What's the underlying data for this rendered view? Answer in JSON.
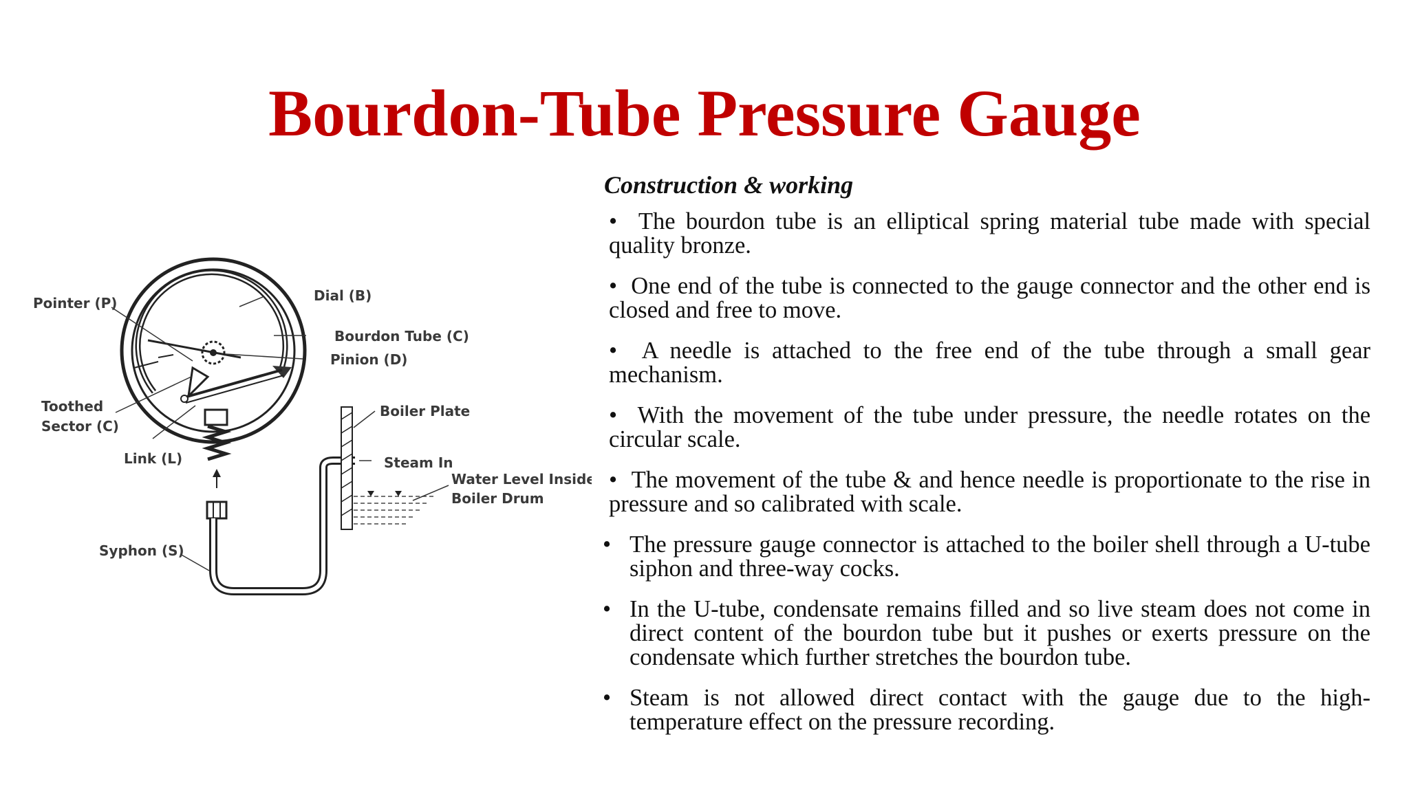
{
  "title": "Bourdon-Tube Pressure Gauge",
  "subtitle": "Construction & working",
  "bullet_char": "•",
  "bullets": [
    "The bourdon tube is an elliptical spring material tube made with special quality bronze.",
    "One end of the tube is connected to the gauge connector and the other end is closed and free to move.",
    "A needle is attached to the free end of the tube through a small gear mechanism.",
    "With the movement of the tube under pressure, the needle rotates on the circular scale.",
    "The movement of the tube & and hence needle is proportionate to the rise in pressure and so calibrated with scale.",
    "The pressure gauge connector is attached to the boiler shell through a U-tube siphon and three-way cocks.",
    "In the U-tube, condensate remains filled and so live steam does not come in direct content of the bourdon tube but it pushes or exerts pressure on the condensate which further stretches the bourdon tube.",
    "Steam is not allowed direct contact with the gauge due to the high-temperature effect on the pressure recording."
  ],
  "diagram": {
    "labels": {
      "pointer": "Pointer (P)",
      "dial": "Dial (B)",
      "bourdon_tube": "Bourdon Tube (C)",
      "pinion": "Pinion (D)",
      "toothed_1": "Toothed",
      "toothed_2": "Sector (C)",
      "link": "Link (L)",
      "boiler_plate": "Boiler Plate",
      "steam_in": "Steam In",
      "water_level_1": "Water Level Inside",
      "water_level_2": "Boiler Drum",
      "syphon": "Syphon (S)"
    }
  }
}
